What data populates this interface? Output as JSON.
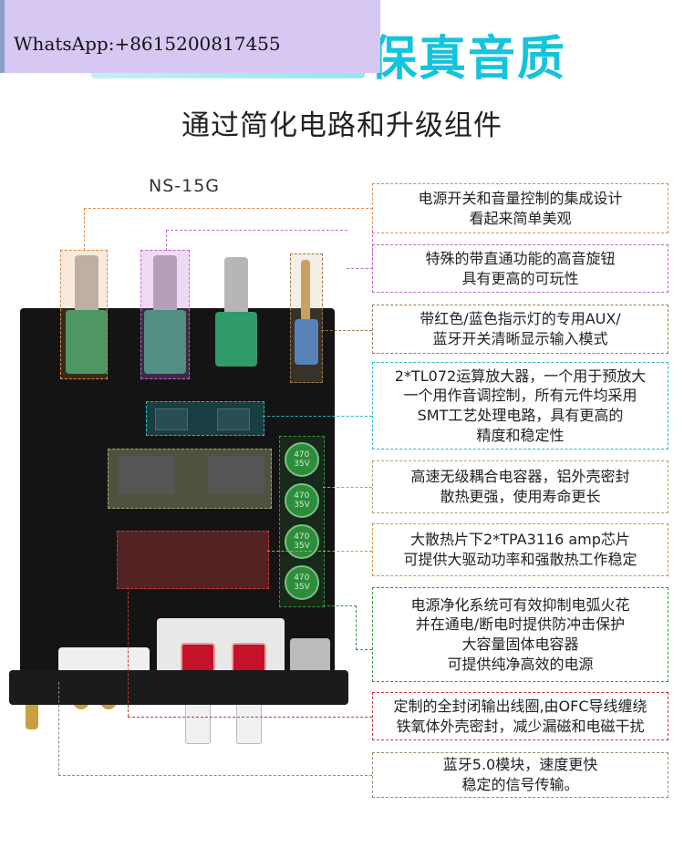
{
  "header": {
    "headline": "保真音质",
    "watermark": "WhatsApp:+8615200817455",
    "subtitle": "通过简化电路和升级组件",
    "model": "NS-15G"
  },
  "callouts": [
    {
      "text": "电源开关和音量控制的集成设计\n看起来简单美观",
      "color": "#e08a4a"
    },
    {
      "text": "特殊的带直通功能的高音旋钮\n具有更高的可玩性",
      "color": "#c06ad0"
    },
    {
      "text": "带红色/蓝色指示灯的专用AUX/\n蓝牙开关清晰显示输入模式",
      "color": "#a07a50"
    },
    {
      "text": "2*TL072运算放大器，一个用于预放大\n一个用作音调控制，所有元件均采用\nSMT工艺处理电路，具有更高的\n精度和稳定性",
      "color": "#2ab8c8"
    },
    {
      "text": "高速无级耦合电容器，铝外壳密封\n散热更强，使用寿命更长",
      "color": "#b0a070"
    },
    {
      "text": "大散热片下2*TPA3116 amp芯片\n可提供大驱动功率和强散热工作稳定",
      "color": "#d49a30"
    },
    {
      "text": "电源净化系统可有效抑制电弧火花\n并在通电/断电时提供防冲击保护\n大容量固体电容器\n可提供纯净高效的电源",
      "color": "#2f9a3a"
    },
    {
      "text": "定制的全封闭输出线圈,由OFC导线缠绕\n铁氧体外壳密封，减少漏磁和电磁干扰",
      "color": "#c43a3a"
    },
    {
      "text": "蓝牙5.0模块，速度更快\n稳定的信号传输。",
      "color": "#9a8a70"
    }
  ],
  "capacitor_label": "470\n35V"
}
